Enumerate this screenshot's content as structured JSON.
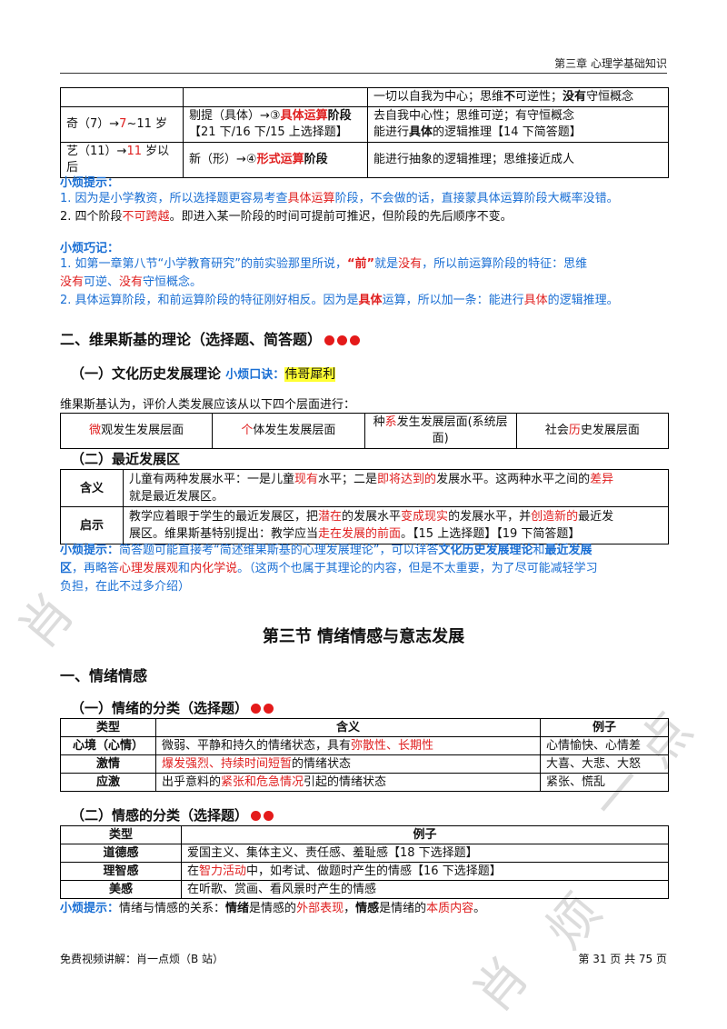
{
  "header": {
    "chapter": "第三章  心理学基础知识"
  },
  "stage_table": {
    "rows": [
      {
        "c1": "",
        "c2": "",
        "c3_parts": [
          "一切以自我为中心；思维",
          "不",
          "可逆性；",
          "没有",
          "守恒概念"
        ]
      },
      {
        "c1_a": "奇（7）→",
        "c1_b": "7",
        "c1_c": "~11 岁",
        "c2_a": "剔提（具体）→③",
        "c2_b": "具体运算",
        "c2_c": "阶段",
        "c2_line2": "【21 下/16 下/15 上选择题】",
        "c3_line1": "去自我中心性；思维可逆；有守恒概念",
        "c3_line2_a": "能进行",
        "c3_line2_b": "具体",
        "c3_line2_c": "的逻辑推理【14 下简答题】"
      },
      {
        "c1_a": "艺（11）→",
        "c1_b": "11",
        "c1_c": " 岁以后",
        "c2_a": "新（形）→④",
        "c2_b": "形式运算",
        "c2_c": "阶段",
        "c3": "能进行抽象的逻辑推理；思维接近成人"
      }
    ]
  },
  "tip1": {
    "title": "小烦提示：",
    "line1_a": "1.  因为是小学教资，所以选择题更容易考查",
    "line1_b": "具体运算",
    "line1_c": "阶段，不会做的话，直接蒙具体运算阶段大概率没错。",
    "line2_a": "2.  四个阶段",
    "line2_b": "不可跨越",
    "line2_c": "。即进入某一阶段的时间可提前可推迟，但阶段的先后顺序不变。"
  },
  "tip2": {
    "title": "小烦巧记：",
    "line1_a": "1.  如第一章第八节“小学教育研究”的前实验那里所说，",
    "line1_b": "“前”",
    "line1_c": "就是",
    "line1_d": "没有",
    "line1_e": "，所以前运算阶段的特征：思维",
    "line2_a": "没有",
    "line2_b": "可逆、",
    "line2_c": "没有",
    "line2_d": "守恒概念。",
    "line3_a": "2.  具体运算阶段，和前运算阶段的特征刚好相反。因为是",
    "line3_b": "具体",
    "line3_c": "运算，所以加一条：能进行",
    "line3_d": "具体",
    "line3_e": "的逻辑推理。"
  },
  "sec2": {
    "title": "二、维果斯基的理论（选择题、简答题）"
  },
  "sub1": {
    "title": "（一）文化历史发展理论",
    "mnemonic_label": "小烦口诀：",
    "mnemonic": "伟哥犀利"
  },
  "vygotsky_intro": "维果斯基认为，评价人类发展应该从以下四个层面进行：",
  "levels": [
    {
      "a": "",
      "r": "微",
      "b": "观发生发展层面"
    },
    {
      "a": "",
      "r": "个",
      "b": "体发生发展层面"
    },
    {
      "a": "种",
      "r": "系",
      "b": "发生发展层面(系统层面)"
    },
    {
      "a": "社会",
      "r": "历",
      "b": "史发展层面"
    }
  ],
  "sub2": {
    "title": "（二）最近发展区"
  },
  "zpd": {
    "meaning_label": "含义",
    "meaning_a": "儿童有两种发展水平：一是儿童",
    "meaning_b": "现有",
    "meaning_c": "水平；二是",
    "meaning_d": "即将达到的",
    "meaning_e": "发展水平。这两种水平之间的",
    "meaning_f": "差异",
    "meaning_g": "就是最近发展区。",
    "insight_label": "启示",
    "insight_a": "教学应着眼于学生的最近发展区，把",
    "insight_b": "潜在",
    "insight_c": "的发展水平",
    "insight_d": "变成现实",
    "insight_e": "的发展水平，并",
    "insight_f": "创造新的",
    "insight_g": "最近发",
    "insight_h": "展区。维果斯基特别提出：教学应当",
    "insight_i": "走在发展的前面",
    "insight_j": "。【15 上选择题】【19 下简答题】"
  },
  "tip3": {
    "title": "小烦提示：",
    "a": "简答题可能直接考“简述维果斯基的心理发展理论”，可以详答",
    "b": "文化历史发展理论",
    "c": "和",
    "d": "最近发展",
    "e": "区",
    "f": "，再略答",
    "g": "心理发展观",
    "h": "和",
    "i": "内化学说",
    "j": "。（这两个也属于其理论的内容，但是不太重要，为了尽可能减轻学习",
    "k": "负担，在此不过多介绍）"
  },
  "section3": {
    "title": "第三节  情绪情感与意志发展"
  },
  "part1": {
    "title": "一、情绪情感"
  },
  "emo": {
    "title": "（一）情绪的分类（选择题）",
    "headers": [
      "类型",
      "含义",
      "例子"
    ],
    "rows": [
      {
        "type": "心境（心情）",
        "m_a": "微弱、平静和持久的情绪状态，具有",
        "m_b": "弥散性、长期性",
        "m_c": "",
        "ex": "心情愉快、心情差"
      },
      {
        "type": "激情",
        "m_a": "",
        "m_b": "爆发强烈、持续时间短暂",
        "m_c": "的情绪状态",
        "ex": "大喜、大悲、大怒"
      },
      {
        "type": "应激",
        "m_a": "出乎意料的",
        "m_b": "紧张和危急情况",
        "m_c": "引起的情绪状态",
        "ex": "紧张、慌乱"
      }
    ]
  },
  "feel": {
    "title": "（二）情感的分类（选择题）",
    "headers": [
      "类型",
      "例子"
    ],
    "rows": [
      {
        "type": "道德感",
        "e_a": "爱国主义、集体主义、责任感、羞耻感【18 下选择题】",
        "e_b": "",
        "e_c": ""
      },
      {
        "type": "理智感",
        "e_a": "在",
        "e_b": "智力活动",
        "e_c": "中，如考试、做题时产生的情感【16 下选择题】"
      },
      {
        "type": "美感",
        "e_a": "在听歌、赏画、看风景时产生的情感",
        "e_b": "",
        "e_c": ""
      }
    ]
  },
  "tip4": {
    "title": "小烦提示：",
    "a": "情绪与情感的关系：",
    "b": "情绪",
    "c": "是情感的",
    "d": "外部表现",
    "e": "，",
    "f": "情感",
    "g": "是情绪的",
    "h": "本质内容",
    "i": "。"
  },
  "footer": {
    "left": "免费视频讲解：肖一点烦（B 站）",
    "right": "第 31 页  共 75 页"
  },
  "watermark": [
    "肖",
    "一",
    "点",
    "烦",
    "肖"
  ],
  "colors": {
    "red": "#e02020",
    "blue": "#1a6fd4",
    "highlight": "#ffff33",
    "dot": "#e41a1a"
  }
}
